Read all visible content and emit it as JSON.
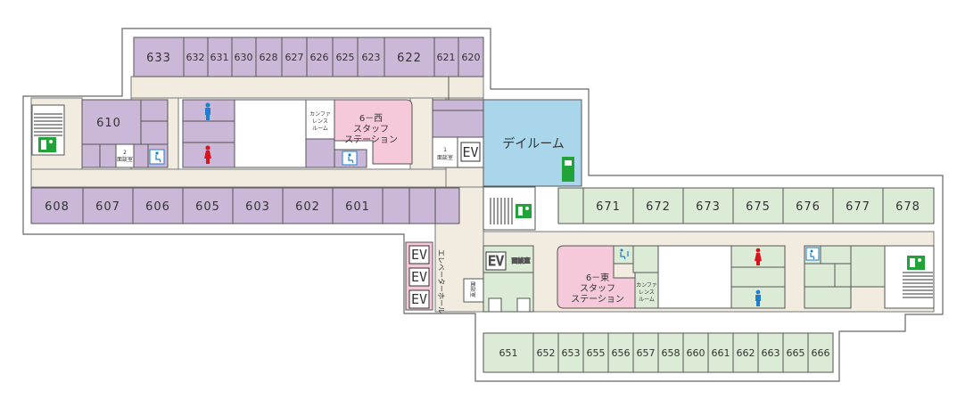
{
  "colors": {
    "west_room": "#cbb8d8",
    "east_room": "#dcebd6",
    "corridor": "#f2ece0",
    "dayroom": "#a9d6ea",
    "station": "#f5c8da",
    "white": "#ffffff",
    "outline": "#555555",
    "restroom_male": "#1e7fd0",
    "restroom_female": "#d8141c",
    "exit_green": "#22a33a"
  },
  "rooms": {
    "r633": "633",
    "r632": "632",
    "r631": "631",
    "r630": "630",
    "r628": "628",
    "r627": "627",
    "r626": "626",
    "r625": "625",
    "r623": "623",
    "r622": "622",
    "r621": "621",
    "r620": "620",
    "r610": "610",
    "r608": "608",
    "r607": "607",
    "r606": "606",
    "r605": "605",
    "r603": "603",
    "r602": "602",
    "r601": "601",
    "r671": "671",
    "r672": "672",
    "r673": "673",
    "r675": "675",
    "r676": "676",
    "r677": "677",
    "r678": "678",
    "r651": "651",
    "r652": "652",
    "r653": "653",
    "r655": "655",
    "r656": "656",
    "r657": "657",
    "r658": "658",
    "r660": "660",
    "r661": "661",
    "r662": "662",
    "r663": "663",
    "r665": "665",
    "r666": "666"
  },
  "labels": {
    "station_west": [
      "6－西",
      "スタッフ",
      "ステーション"
    ],
    "station_east": [
      "6－東",
      "スタッフ",
      "ステーション"
    ],
    "conference_west": [
      "カンファ",
      "レンス",
      "ルーム"
    ],
    "conference_east": [
      "カンファ",
      "レンス",
      "ルーム"
    ],
    "consult_2": [
      "2",
      "面談室"
    ],
    "consult_1": [
      "1",
      "面談室"
    ],
    "consult_east": "面談室",
    "consult_v": "面談室",
    "dayroom": "デイルーム",
    "ev": "EV",
    "elevator_hall": "エレベーターホール"
  },
  "icons": [
    "male-restroom-icon",
    "female-restroom-icon",
    "accessible-restroom-icon",
    "accessible-baby-icon",
    "emergency-exit-icon",
    "stairs-icon",
    "vending-machine-icon"
  ]
}
